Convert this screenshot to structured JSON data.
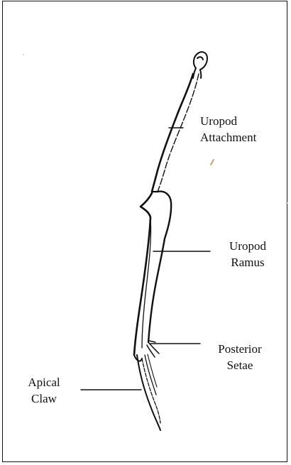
{
  "diagram": {
    "labels": {
      "uropod_attachment": {
        "line1": "Uropod",
        "line2": "Attachment"
      },
      "uropod_ramus": {
        "line1": "Uropod",
        "line2": "Ramus"
      },
      "posterior_setae": {
        "line1": "Posterior",
        "line2": "Setae"
      },
      "apical_claw": {
        "line1": "Apical",
        "line2": "Claw"
      }
    },
    "colors": {
      "ink": "#111111",
      "frame": "#111111",
      "background": "#ffffff",
      "speck": "#c8a070"
    }
  }
}
